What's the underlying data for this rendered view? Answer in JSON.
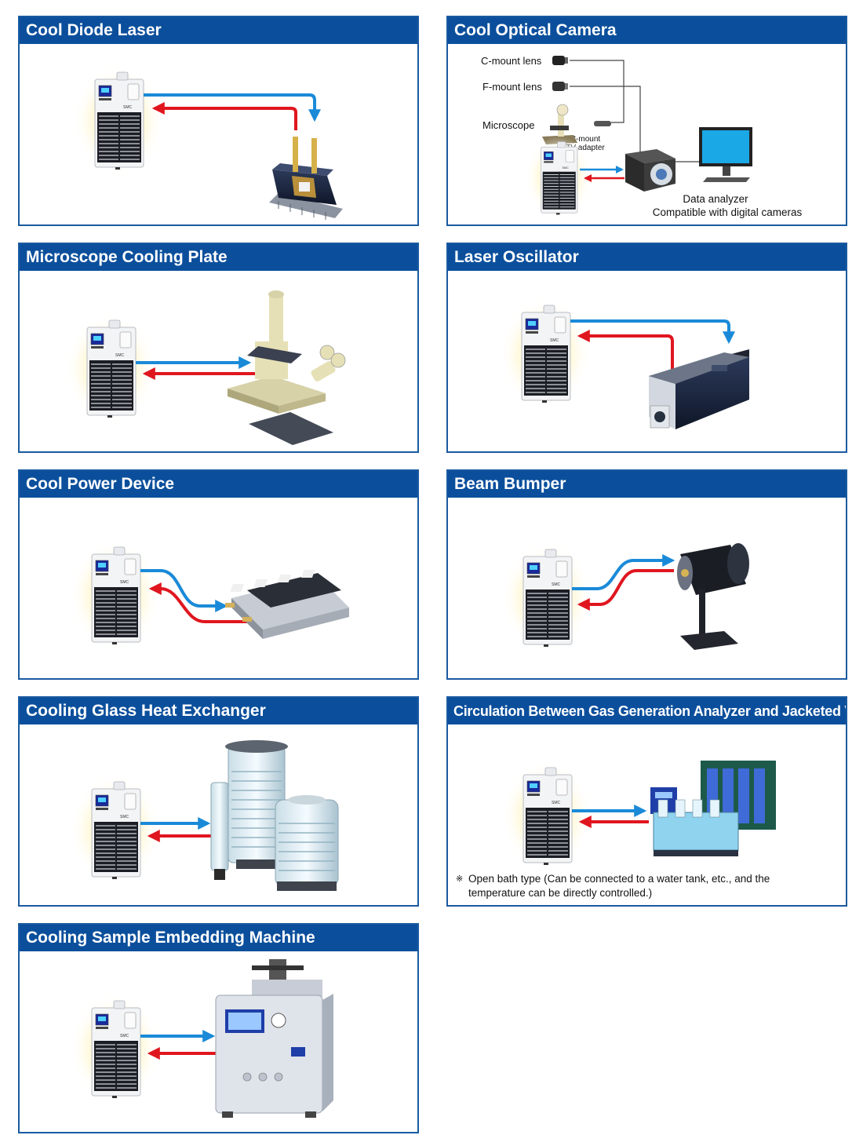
{
  "colors": {
    "header_bg": "#0b4f9c",
    "border": "#1a5aa0",
    "supply_line": "#1a8ad8",
    "return_line": "#e0161f"
  },
  "panels": {
    "diode_laser": {
      "title": "Cool Diode Laser"
    },
    "optical_camera": {
      "title": "Cool Optical Camera",
      "c_mount_lens": "C-mount lens",
      "f_mount_lens": "F-mount lens",
      "microscope": "Microscope",
      "adapter_line1": "C-mount",
      "adapter_line2": "TV adapter",
      "analyzer_line1": "Data analyzer",
      "analyzer_line2": "Compatible with digital cameras"
    },
    "microscope_plate": {
      "title": "Microscope Cooling Plate"
    },
    "laser_oscillator": {
      "title": "Laser Oscillator"
    },
    "power_device": {
      "title": "Cool Power Device"
    },
    "beam_bumper": {
      "title": "Beam Bumper"
    },
    "glass_exchanger": {
      "title": "Cooling Glass Heat Exchanger"
    },
    "gas_analyzer": {
      "title": "Circulation Between Gas Generation Analyzer and Jacketed Vessel",
      "note_mark": "※",
      "note_text": "Open bath type (Can be connected to a water tank, etc., and the temperature can be directly controlled.)"
    },
    "embedding_machine": {
      "title": "Cooling Sample Embedding Machine"
    }
  },
  "chiller_brand": "SMC"
}
